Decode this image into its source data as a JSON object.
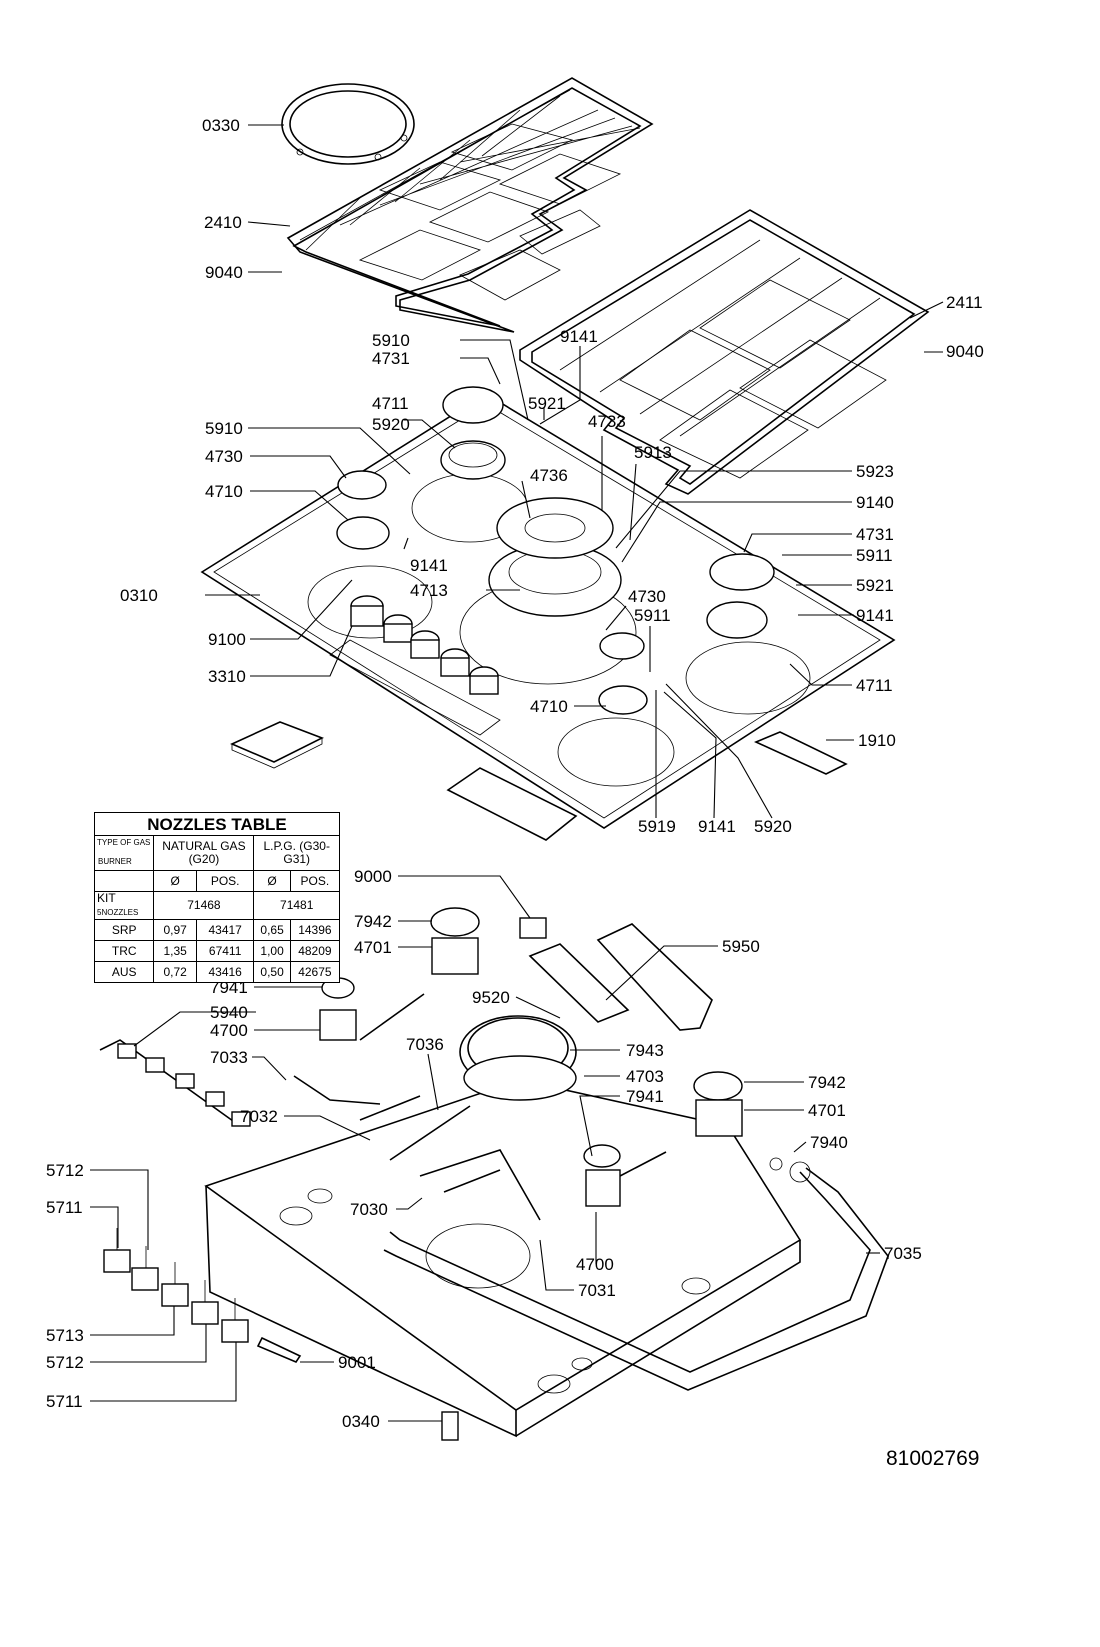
{
  "document_number": "81002769",
  "callouts": [
    {
      "id": "c0330a",
      "text": "0330"
    },
    {
      "id": "c2410",
      "text": "2410"
    },
    {
      "id": "c9040a",
      "text": "9040"
    },
    {
      "id": "c2411",
      "text": "2411"
    },
    {
      "id": "c9040b",
      "text": "9040"
    },
    {
      "id": "c5910a",
      "text": "5910"
    },
    {
      "id": "c4731a",
      "text": "4731"
    },
    {
      "id": "c9141a",
      "text": "9141"
    },
    {
      "id": "c4711a",
      "text": "4711"
    },
    {
      "id": "c5920a",
      "text": "5920"
    },
    {
      "id": "c5921a",
      "text": "5921"
    },
    {
      "id": "c4733",
      "text": "4733"
    },
    {
      "id": "c5910b",
      "text": "5910"
    },
    {
      "id": "c4730a",
      "text": "4730"
    },
    {
      "id": "c4736",
      "text": "4736"
    },
    {
      "id": "c5913",
      "text": "5913"
    },
    {
      "id": "c4710a",
      "text": "4710"
    },
    {
      "id": "c5923",
      "text": "5923"
    },
    {
      "id": "c9140",
      "text": "9140"
    },
    {
      "id": "c4731b",
      "text": "4731"
    },
    {
      "id": "c5911a",
      "text": "5911"
    },
    {
      "id": "c9141b",
      "text": "9141"
    },
    {
      "id": "c4713",
      "text": "4713"
    },
    {
      "id": "c5921b",
      "text": "5921"
    },
    {
      "id": "c0310",
      "text": "0310"
    },
    {
      "id": "c4730b",
      "text": "4730"
    },
    {
      "id": "c9141c",
      "text": "9141"
    },
    {
      "id": "c5911b",
      "text": "5911"
    },
    {
      "id": "c9100",
      "text": "9100"
    },
    {
      "id": "c3310",
      "text": "3310"
    },
    {
      "id": "c4711b",
      "text": "4711"
    },
    {
      "id": "c4710b",
      "text": "4710"
    },
    {
      "id": "c1910",
      "text": "1910"
    },
    {
      "id": "c5919",
      "text": "5919"
    },
    {
      "id": "c9141d",
      "text": "9141"
    },
    {
      "id": "c5920b",
      "text": "5920"
    },
    {
      "id": "c9000",
      "text": "9000"
    },
    {
      "id": "c7942a",
      "text": "7942"
    },
    {
      "id": "c4701a",
      "text": "4701"
    },
    {
      "id": "c5950",
      "text": "5950"
    },
    {
      "id": "c7941a",
      "text": "7941"
    },
    {
      "id": "c5940",
      "text": "5940"
    },
    {
      "id": "c9520",
      "text": "9520"
    },
    {
      "id": "c4700a",
      "text": "4700"
    },
    {
      "id": "c7033",
      "text": "7033"
    },
    {
      "id": "c7036",
      "text": "7036"
    },
    {
      "id": "c7943",
      "text": "7943"
    },
    {
      "id": "c4703",
      "text": "4703"
    },
    {
      "id": "c7942b",
      "text": "7942"
    },
    {
      "id": "c7941b",
      "text": "7941"
    },
    {
      "id": "c4701b",
      "text": "4701"
    },
    {
      "id": "c7032",
      "text": "7032"
    },
    {
      "id": "c7940",
      "text": "7940"
    },
    {
      "id": "c5712a",
      "text": "5712"
    },
    {
      "id": "c5711a",
      "text": "5711"
    },
    {
      "id": "c7030",
      "text": "7030"
    },
    {
      "id": "c4700b",
      "text": "4700"
    },
    {
      "id": "c7035",
      "text": "7035"
    },
    {
      "id": "c7031",
      "text": "7031"
    },
    {
      "id": "c5713",
      "text": "5713"
    },
    {
      "id": "c5712b",
      "text": "5712"
    },
    {
      "id": "c9001",
      "text": "9001"
    },
    {
      "id": "c5711b",
      "text": "5711"
    },
    {
      "id": "c0340",
      "text": "0340"
    }
  ],
  "nozzles_table": {
    "title": "NOZZLES TABLE",
    "type_of_gas": "TYPE OF GAS",
    "burner": "BURNER",
    "natural_gas": "NATURAL GAS (G20)",
    "lpg": "L.P.G. (G30-G31)",
    "diameter_symbol": "Ø",
    "pos_label": "POS.",
    "kit_label": "KIT",
    "kit_suffix": "5NOZZLES",
    "kit_natural": "71468",
    "kit_lpg": "71481",
    "rows": [
      {
        "burner": "SRP",
        "ng_dia": "0,97",
        "ng_pos": "43417",
        "lpg_dia": "0,65",
        "lpg_pos": "14396"
      },
      {
        "burner": "TRC",
        "ng_dia": "1,35",
        "ng_pos": "67411",
        "lpg_dia": "1,00",
        "lpg_pos": "48209"
      },
      {
        "burner": "AUS",
        "ng_dia": "0,72",
        "ng_pos": "43416",
        "lpg_dia": "0,50",
        "lpg_pos": "42675"
      }
    ]
  }
}
